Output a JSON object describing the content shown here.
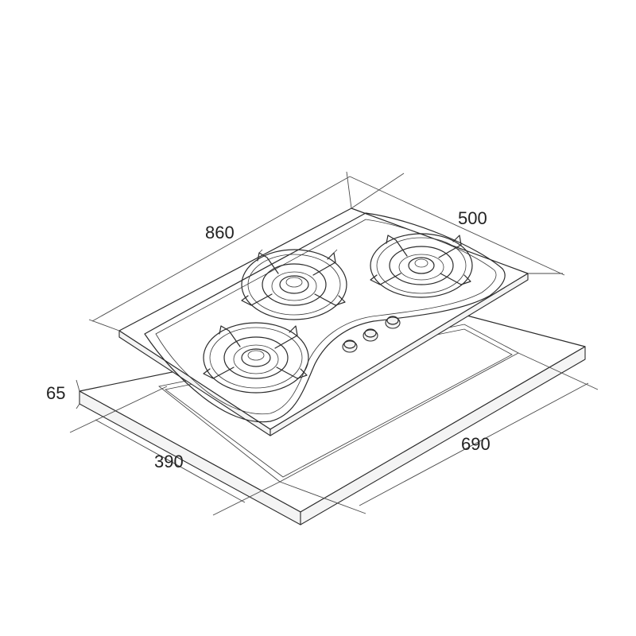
{
  "dimensions": {
    "hob_width": "860",
    "hob_depth": "500",
    "cutout_height": "65",
    "cutout_depth": "390",
    "cutout_width": "690"
  },
  "components": {
    "burners": 3,
    "control_knobs": 3
  }
}
